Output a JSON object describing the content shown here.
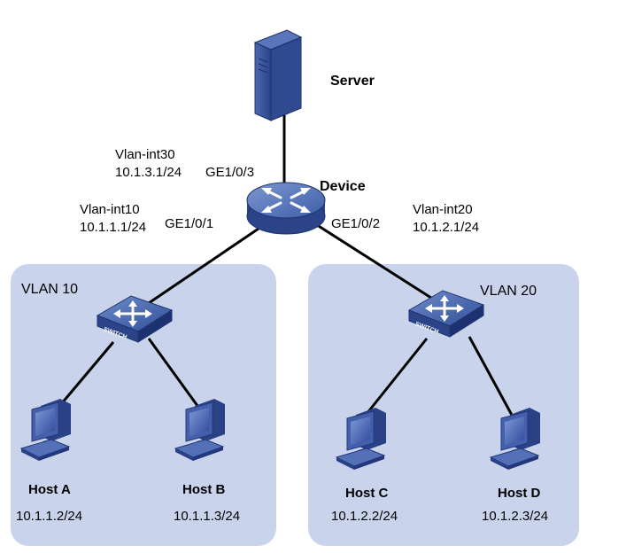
{
  "server": {
    "label": "Server"
  },
  "device": {
    "label": "Device",
    "vlan_int30": "Vlan-int30",
    "vlan_int30_ip": "10.1.3.1/24",
    "port_ge3": "GE1/0/3",
    "vlan_int10": "Vlan-int10",
    "vlan_int10_ip": "10.1.1.1/24",
    "port_ge1": "GE1/0/1",
    "vlan_int20": "Vlan-int20",
    "vlan_int20_ip": "10.1.2.1/24",
    "port_ge2": "GE1/0/2"
  },
  "vlan10": {
    "label": "VLAN 10",
    "switch_text": "SWITCH",
    "hosts": [
      {
        "name": "Host A",
        "ip": "10.1.1.2/24"
      },
      {
        "name": "Host B",
        "ip": "10.1.1.3/24"
      }
    ]
  },
  "vlan20": {
    "label": "VLAN 20",
    "switch_text": "SWITCH",
    "hosts": [
      {
        "name": "Host C",
        "ip": "10.1.2.2/24"
      },
      {
        "name": "Host D",
        "ip": "10.1.2.3/24"
      }
    ]
  },
  "colors": {
    "vlan_area": "#c9d4ec",
    "device_blue": "#3f5fa8",
    "device_dark": "#27407d",
    "link": "#000000"
  }
}
